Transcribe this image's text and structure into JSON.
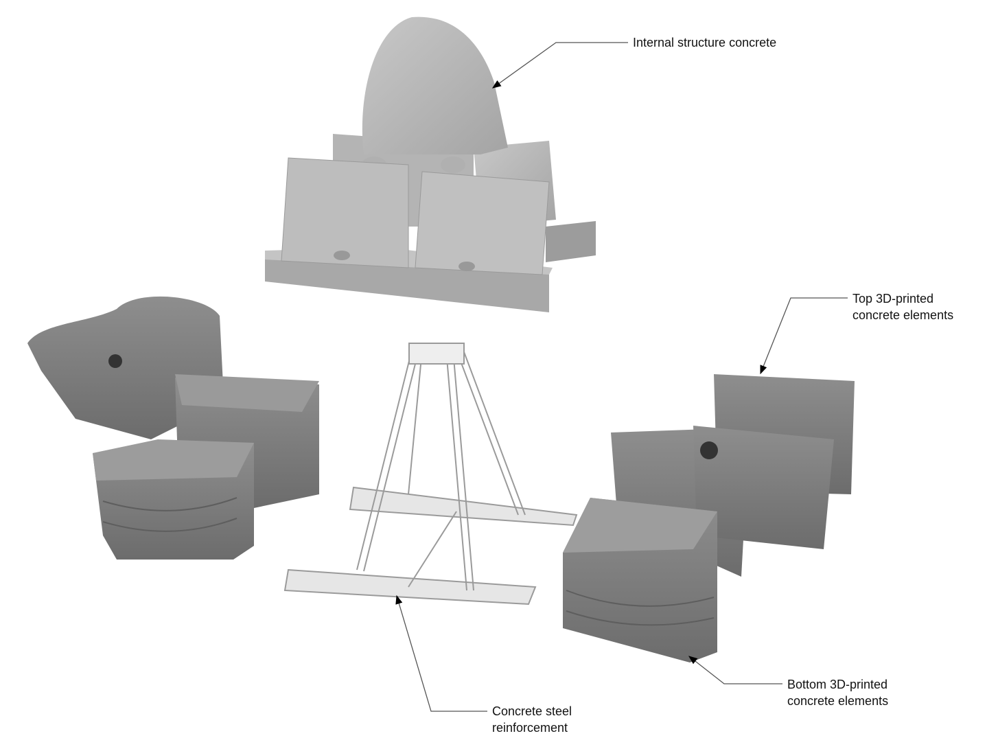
{
  "labels": {
    "internal": "Internal structure concrete",
    "top_line1": "Top 3D-printed",
    "top_line2": "concrete elements",
    "bottom_line1": "Bottom 3D-printed",
    "bottom_line2": "concrete elements",
    "steel_line1": "Concrete steel",
    "steel_line2": "reinforcement"
  },
  "colors": {
    "concrete_light": "#b9b9b9",
    "concrete_dark": "#7a7a7a",
    "steel": "#d4d4d4",
    "leader": "#555555"
  }
}
